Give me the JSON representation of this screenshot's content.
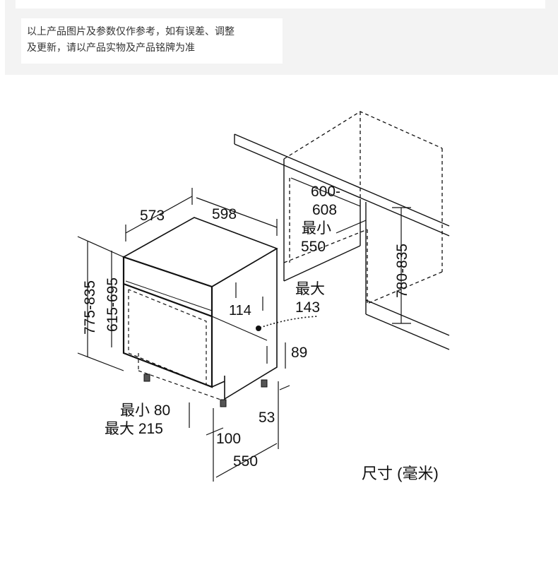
{
  "notice": {
    "line1": "以上产品图片及参数仅作参考，如有误差、调整",
    "line2": "及更新，请以产品实物及产品铭牌为准"
  },
  "diagram": {
    "dims": {
      "depth_top": "573",
      "width_top": "598",
      "niche_width_1": "600-",
      "niche_width_2": "608",
      "niche_min_label": "最小",
      "niche_min_value": "550",
      "niche_height": "780-835",
      "height_total": "775-835",
      "height_body": "615-695",
      "panel_offset": "114",
      "max_label": "最大",
      "max_value": "143",
      "plinth": "89",
      "min_80": "最小 80",
      "max_215": "最大 215",
      "foot_53": "53",
      "foot_100": "100",
      "depth_bottom": "550"
    },
    "unit_label": "尺寸 (毫米)"
  }
}
